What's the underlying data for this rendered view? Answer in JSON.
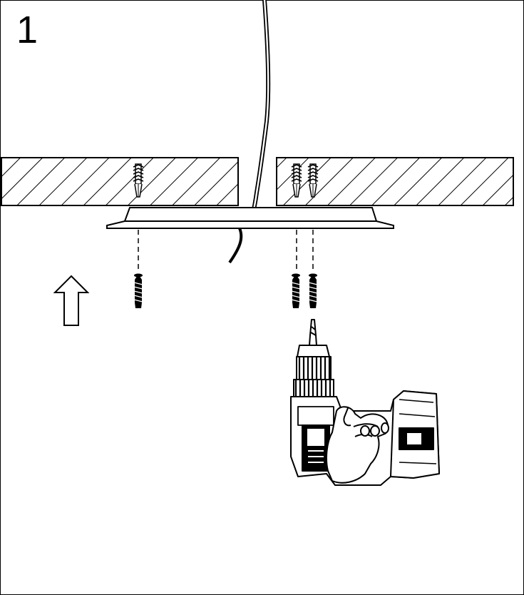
{
  "step": {
    "number": "1"
  },
  "illustration": {
    "colors": {
      "line": "#000000",
      "background": "#ffffff"
    },
    "icons": {
      "ceiling": "hatched-ceiling-slab",
      "cable": "power-cable",
      "base": "ceiling-mount-base",
      "plug": "wall-plug",
      "screw": "screw",
      "arrow": "up-arrow",
      "drill": "cordless-drill"
    }
  }
}
